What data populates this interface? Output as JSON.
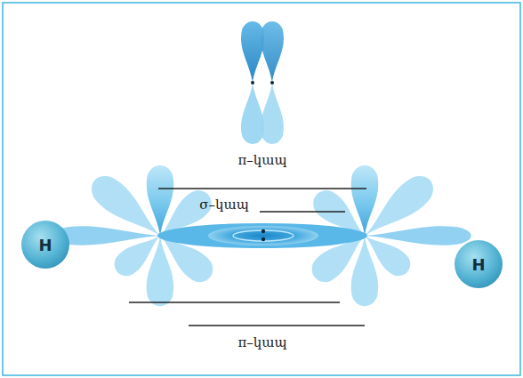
{
  "diagram": {
    "nodes": [
      {
        "text": [
          "H"
        ]
      },
      {
        "text": [
          "H"
        ]
      }
    ],
    "labels": [
      "π–կապ",
      "σ–կապ",
      "π–կապ"
    ]
  }
}
